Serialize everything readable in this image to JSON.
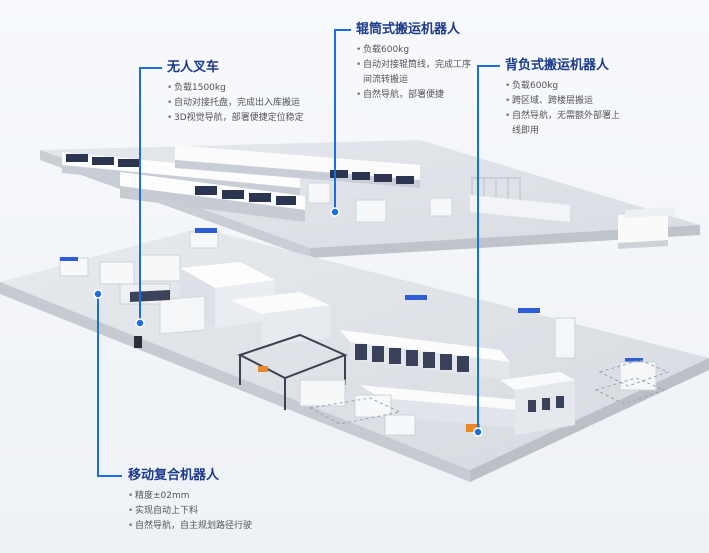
{
  "callouts": {
    "roller": {
      "title": "辊筒式搬运机器人",
      "bullets": [
        "负载600kg",
        "自动对接辊筒线，完成工序间流转搬运",
        "自然导航，部署便捷"
      ]
    },
    "forklift": {
      "title": "无人叉车",
      "bullets": [
        "负载1500kg",
        "自动对接托盘，完成出入库搬运",
        "3D视觉导航，部署便捷定位稳定"
      ]
    },
    "backpack": {
      "title": "背负式搬运机器人",
      "bullets": [
        "负载600kg",
        "跨区域、跨楼层搬运",
        "自然导航，无需额外部署上线即用"
      ]
    },
    "mobile": {
      "title": "移动复合机器人",
      "bullets": [
        "精度±02mm",
        "实现自动上下料",
        "自然导航，自主规划路径行驶"
      ]
    }
  },
  "colors": {
    "accent": "#1a6fe0",
    "title": "#1b3a8a"
  }
}
